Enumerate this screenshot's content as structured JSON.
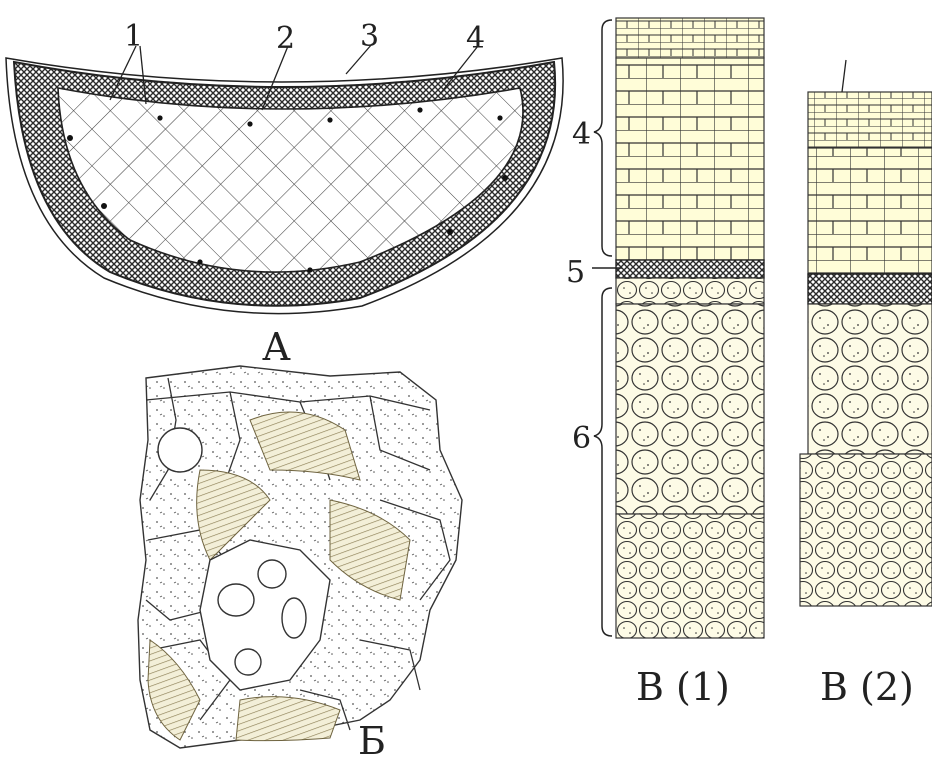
{
  "figure": {
    "section_a": {
      "caption": "А",
      "callouts": [
        "1",
        "2",
        "3",
        "4"
      ]
    },
    "section_b": {
      "caption": "Б"
    },
    "section_v1": {
      "caption": "В (1)",
      "layer_labels": [
        "4",
        "5",
        "6"
      ]
    },
    "section_v2": {
      "caption": "В (2)"
    },
    "colors": {
      "ink": "#222222",
      "paper": "#ffffff",
      "cell_fill": "#fdfbe6",
      "cork_fill": "#fffdd8",
      "lignified": "#a89a6a"
    }
  }
}
